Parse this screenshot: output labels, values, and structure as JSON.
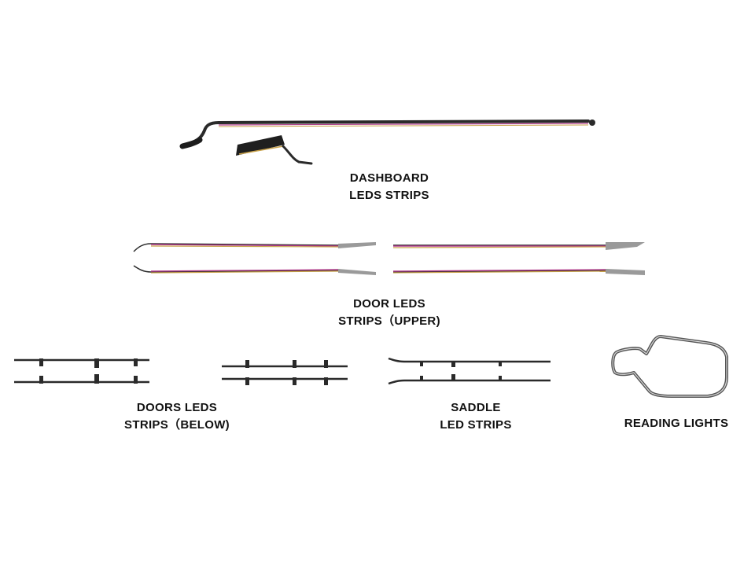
{
  "groups": {
    "dashboard": {
      "line1": "DASHBOARD",
      "line2": "LEDS STRIPS"
    },
    "door_upper": {
      "line1": "DOOR LEDS",
      "line2": "STRIPS（UPPER)"
    },
    "door_below": {
      "line1": "DOORS LEDS",
      "line2": "STRIPS（BELOW)"
    },
    "saddle": {
      "line1": "SADDLE",
      "line2": "LED STRIPS"
    },
    "reading": {
      "line1": "READING LIGHTS"
    }
  },
  "colors": {
    "strip_dark": "#2a2a2a",
    "strip_magenta": "#b03a8a",
    "strip_gold": "#c9a24a",
    "strip_silver": "#9a9a9a",
    "text": "#111111"
  },
  "icons": {
    "dashboard": "dashboard-strip-illustration",
    "door_upper": "door-upper-strip-illustration",
    "door_below": "door-below-strip-illustration",
    "saddle": "saddle-strip-illustration",
    "reading": "reading-light-loop-illustration"
  }
}
